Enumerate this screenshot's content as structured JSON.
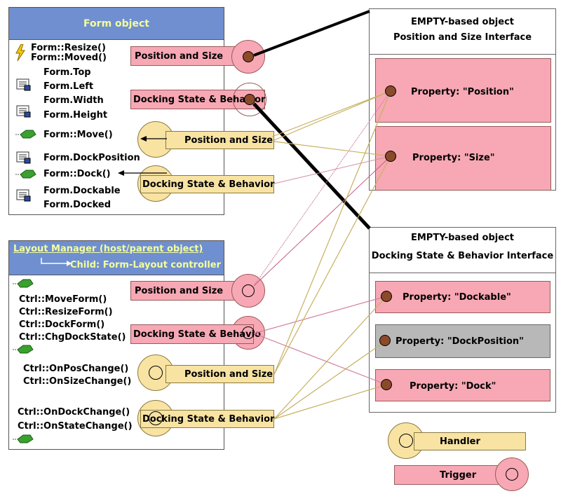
{
  "form_panel": {
    "title": "Form object",
    "lines": [
      "Form::Resize()",
      "Form::Moved()",
      "Form.Top",
      "Form.Left",
      "Form.Width",
      "Form.Height",
      "Form::Move()",
      "Form.DockPosition",
      "Form::Dock()",
      "Form.Dockable",
      "Form.Docked"
    ]
  },
  "layout_panel": {
    "title": "Layout Manager (host/parent object)",
    "subtitle": "Child: Form-Layout controller",
    "lines": [
      "Ctrl::MoveForm()",
      "Ctrl::ResizeForm()",
      "Ctrl::DockForm()",
      "Ctrl::ChgDockState()",
      "Ctrl::OnPosChange()",
      "Ctrl::OnSizeChange()",
      "Ctrl::OnDockChange()",
      "Ctrl::OnStateChange()"
    ]
  },
  "interface_pos": {
    "title_line1": "EMPTY-based object",
    "title_line2": "Position and Size Interface",
    "props": [
      "Property: \"Position\"",
      "Property: \"Size\""
    ]
  },
  "interface_dock": {
    "title_line1": "EMPTY-based object",
    "title_line2": "Docking State & Behavior Interface",
    "props": [
      "Property: \"Dockable\"",
      "Property: \"DockPosition\"",
      "Property: \"Dock\""
    ]
  },
  "connectors": {
    "position_and_size": "Position and Size",
    "docking_state_behavior": "Docking State & Behavior",
    "docking_state_behavior_spaced": "Docking  State & Behavior",
    "docking_state_behavior_short": "Docking State & Behavio"
  },
  "legend": {
    "handler": "Handler",
    "trigger": "Trigger"
  },
  "colors": {
    "trigger": "#f7a8b4",
    "handler": "#f8e3a3",
    "header": "#6f8fd0",
    "header_text": "#f4ff9a",
    "node": "#8b4a2a",
    "gray_prop": "#b8b8b8"
  }
}
